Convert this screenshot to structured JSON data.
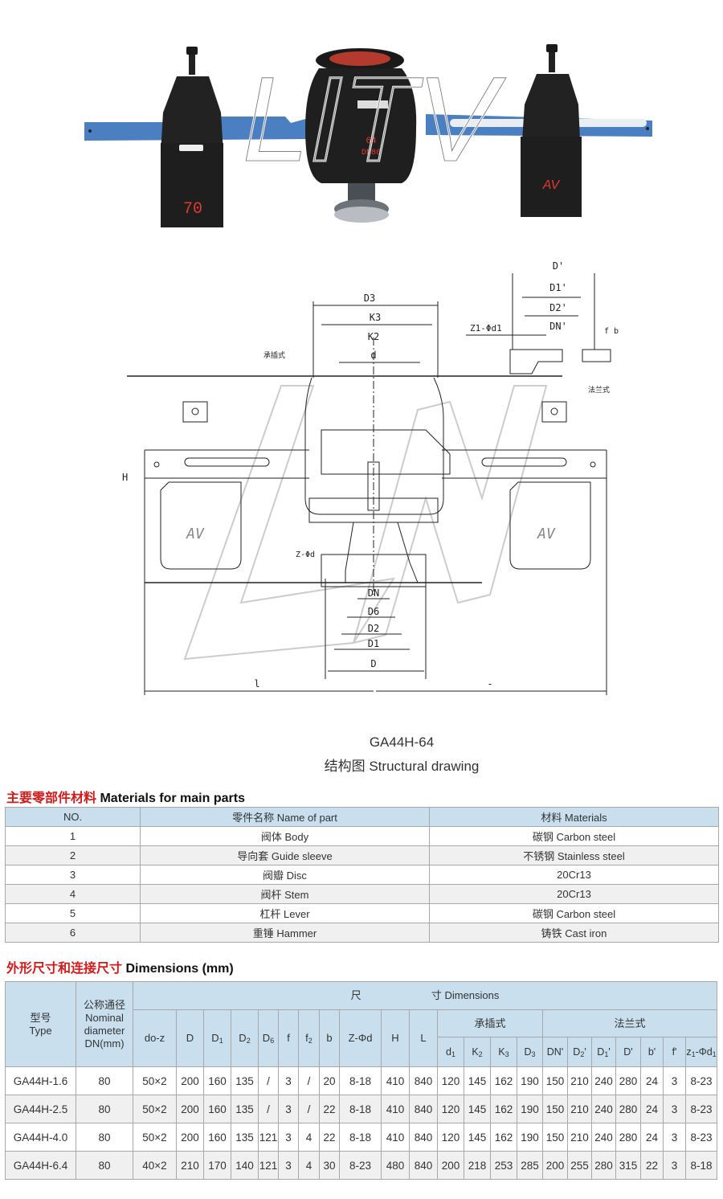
{
  "photo": {
    "watermark": "LITV",
    "left_weight_marking": "70",
    "body_marking_top": "64",
    "body_marking_bottom": "DN80",
    "right_weight_logo": "AV",
    "colors": {
      "lever": "#4a7fc1",
      "body": "#1c1c1c",
      "flange_inner": "#c0392b",
      "marking": "#e23b2e"
    }
  },
  "drawing": {
    "labels": {
      "D3": "D3",
      "K3": "K3",
      "K2": "K2",
      "d": "d",
      "D_prime": "D'",
      "D1_prime": "D1'",
      "D2_prime": "D2'",
      "DN_prime": "DN'",
      "z1_phi_d1": "Z1-Φd1",
      "f_b": "f  b",
      "socket_type": "承插式",
      "flange_type": "法兰式",
      "H": "H",
      "z_phi_d": "Z-Φd",
      "DN": "DN",
      "D6": "D6",
      "D2": "D2",
      "D1": "D1",
      "D": "D",
      "L_left": "l",
      "L_right": "-",
      "weight_logo": "AV"
    }
  },
  "captions": {
    "model": "GA44H-64",
    "structural_drawing": "结构图 Structural drawing"
  },
  "materials": {
    "title_cn": "主要零部件材料",
    "title_en": "Materials for main parts",
    "headers": [
      "NO.",
      "零件名称 Name of part",
      "材料 Materials"
    ],
    "rows": [
      [
        "1",
        "阀体 Body",
        "碳钢 Carbon steel"
      ],
      [
        "2",
        "导向套 Guide sleeve",
        "不锈钢 Stainless steel"
      ],
      [
        "3",
        "阀瓣 Disc",
        "20Cr13"
      ],
      [
        "4",
        "阀杆 Stem",
        "20Cr13"
      ],
      [
        "5",
        "杠杆 Lever",
        "碳钢 Carbon steel"
      ],
      [
        "6",
        "重锤 Hammer",
        "铸铁 Cast iron"
      ]
    ]
  },
  "dimensions": {
    "title_cn": "外形尺寸和连接尺寸",
    "title_en": "Dimensions (mm)",
    "header_type_cn": "型号",
    "header_type_en": "Type",
    "header_dn_cn": "公称通径",
    "header_dn_en1": "Nominal",
    "header_dn_en2": "diameter",
    "header_dn_en3": "DN(mm)",
    "header_dimensions_cn": "尺",
    "header_dimensions_cn2": "寸 Dimensions",
    "group_socket": "承插式",
    "group_flange": "法兰式",
    "columns": [
      "do-z",
      "D",
      "D1",
      "D2",
      "D6",
      "f",
      "f2",
      "b",
      "Z-Φd",
      "H",
      "L",
      "d1",
      "K2",
      "K3",
      "D3",
      "DN'",
      "D2'",
      "D1'",
      "D'",
      "b'",
      "f'",
      "z1-Φd1"
    ],
    "rows": [
      [
        "GA44H-1.6",
        "80",
        "50×2",
        "200",
        "160",
        "135",
        "/",
        "3",
        "/",
        "20",
        "8-18",
        "410",
        "840",
        "120",
        "145",
        "162",
        "190",
        "150",
        "210",
        "240",
        "280",
        "24",
        "3",
        "8-23"
      ],
      [
        "GA44H-2.5",
        "80",
        "50×2",
        "200",
        "160",
        "135",
        "/",
        "3",
        "/",
        "22",
        "8-18",
        "410",
        "840",
        "120",
        "145",
        "162",
        "190",
        "150",
        "210",
        "240",
        "280",
        "24",
        "3",
        "8-23"
      ],
      [
        "GA44H-4.0",
        "80",
        "50×2",
        "200",
        "160",
        "135",
        "121",
        "3",
        "4",
        "22",
        "8-18",
        "410",
        "840",
        "120",
        "145",
        "162",
        "190",
        "150",
        "210",
        "240",
        "280",
        "24",
        "3",
        "8-23"
      ],
      [
        "GA44H-6.4",
        "80",
        "40×2",
        "210",
        "170",
        "140",
        "121",
        "3",
        "4",
        "30",
        "8-23",
        "480",
        "840",
        "200",
        "218",
        "253",
        "285",
        "200",
        "255",
        "280",
        "315",
        "22",
        "3",
        "8-18"
      ]
    ]
  }
}
